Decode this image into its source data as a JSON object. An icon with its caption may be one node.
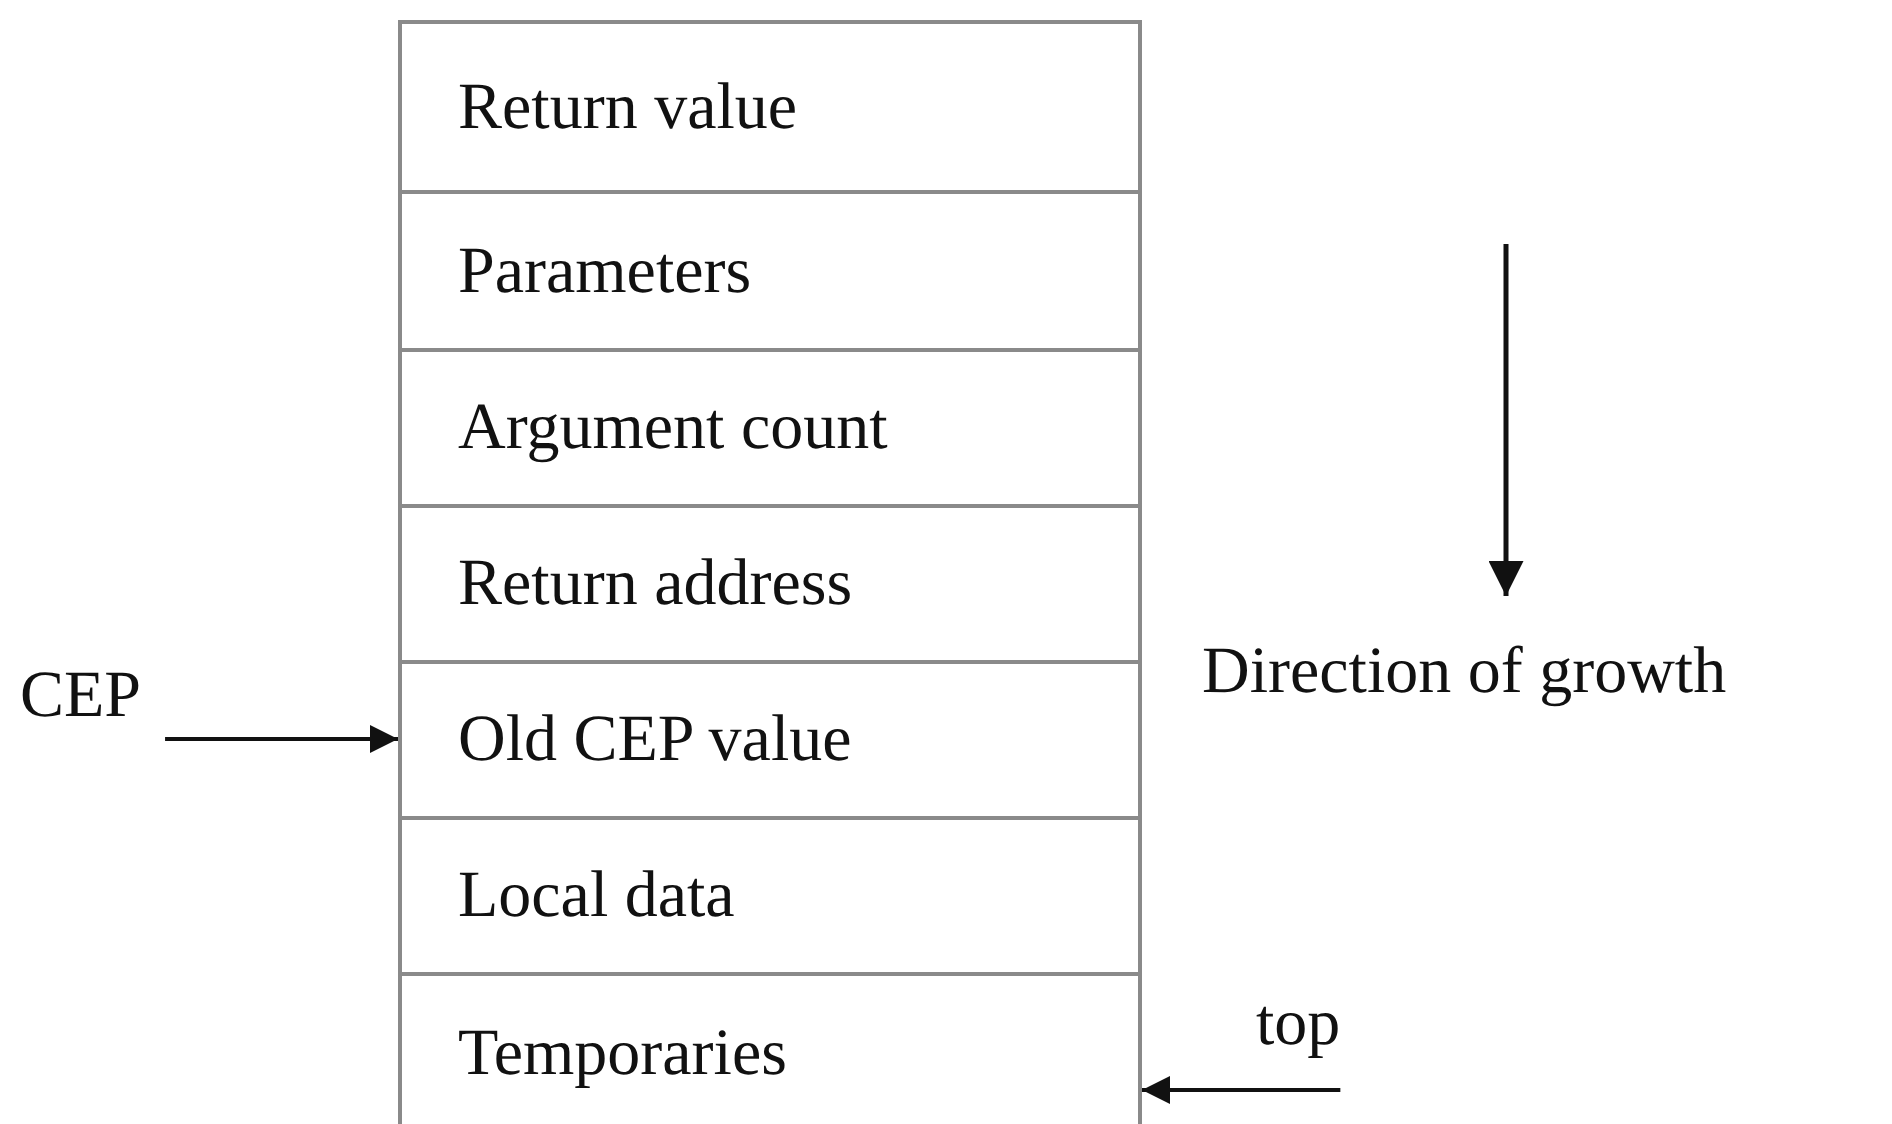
{
  "diagram": {
    "nodes": [
      {
        "text": [
          "Return value"
        ]
      },
      {
        "text": [
          "Parameters"
        ]
      },
      {
        "text": [
          "Argument count"
        ]
      },
      {
        "text": [
          "Return address"
        ]
      },
      {
        "text": [
          "Old CEP value"
        ]
      },
      {
        "text": [
          "Local data"
        ]
      },
      {
        "text": [
          "Temporaries"
        ]
      },
      {
        "text": [
          "CEP"
        ]
      },
      {
        "text": [
          "top"
        ]
      }
    ],
    "edges": [
      {
        "from": 7,
        "to": 4,
        "arrow": "to"
      },
      {
        "from": 8,
        "to": 6,
        "arrow": "to"
      }
    ],
    "labels": [
      "Direction of growth"
    ]
  }
}
